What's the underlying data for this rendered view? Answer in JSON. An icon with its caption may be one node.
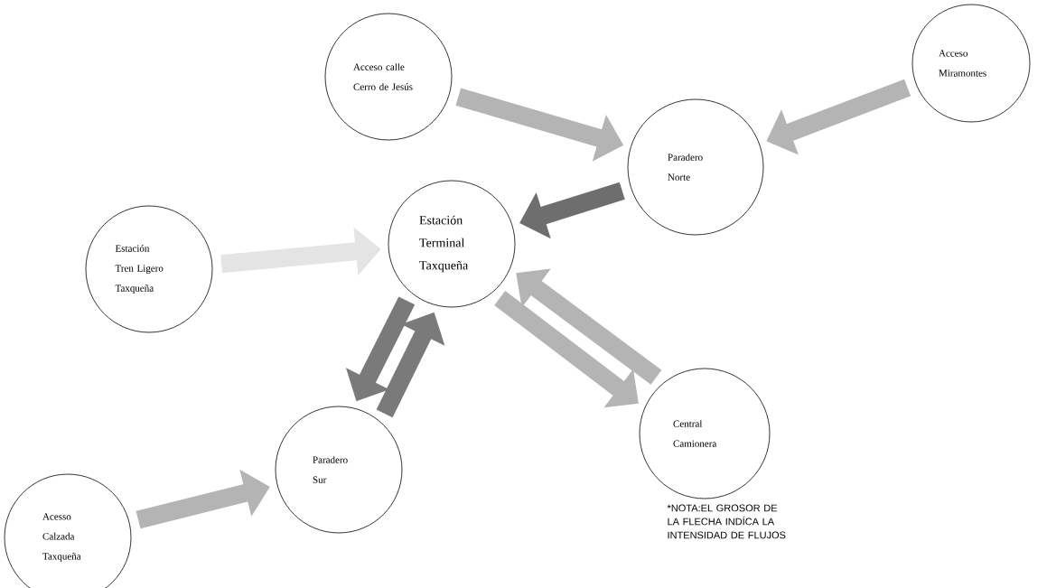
{
  "diagram": {
    "nodes": [
      {
        "text": [
          "Acceso calle Cerro de Jesús"
        ]
      },
      {
        "text": [
          "Acceso Miramontes"
        ]
      },
      {
        "text": [
          "Paradero Norte"
        ]
      },
      {
        "text": [
          "Estación Terminal Taxqueña"
        ]
      },
      {
        "text": [
          "Estación Tren Ligero Taxqueña"
        ]
      },
      {
        "text": [
          "Central Camionera"
        ]
      },
      {
        "text": [
          "Paradero Sur"
        ]
      },
      {
        "text": [
          "Acesso Calzada Taxqueña"
        ]
      }
    ],
    "edges": [
      {
        "from": 0,
        "to": 2,
        "arrow": "to"
      },
      {
        "from": 1,
        "to": 2,
        "arrow": "to"
      },
      {
        "from": 2,
        "to": 3,
        "arrow": "to",
        "color": "#6e6e6e"
      },
      {
        "from": 4,
        "to": 3,
        "arrow": "to",
        "color": "#e4e4e4"
      },
      {
        "from": 6,
        "to": 3,
        "arrow": "to",
        "color": "#7a7a7a"
      },
      {
        "from": 3,
        "to": 6,
        "arrow": "to",
        "color": "#7a7a7a"
      },
      {
        "from": 3,
        "to": 5,
        "arrow": "to"
      },
      {
        "from": 5,
        "to": 3,
        "arrow": "to"
      },
      {
        "from": 7,
        "to": 6,
        "arrow": "to"
      }
    ],
    "labels": [
      "*NOTA:EL GROSOR DE LA FLECHA INDÍCA LA INTENSIDAD DE FLUJOS"
    ]
  }
}
